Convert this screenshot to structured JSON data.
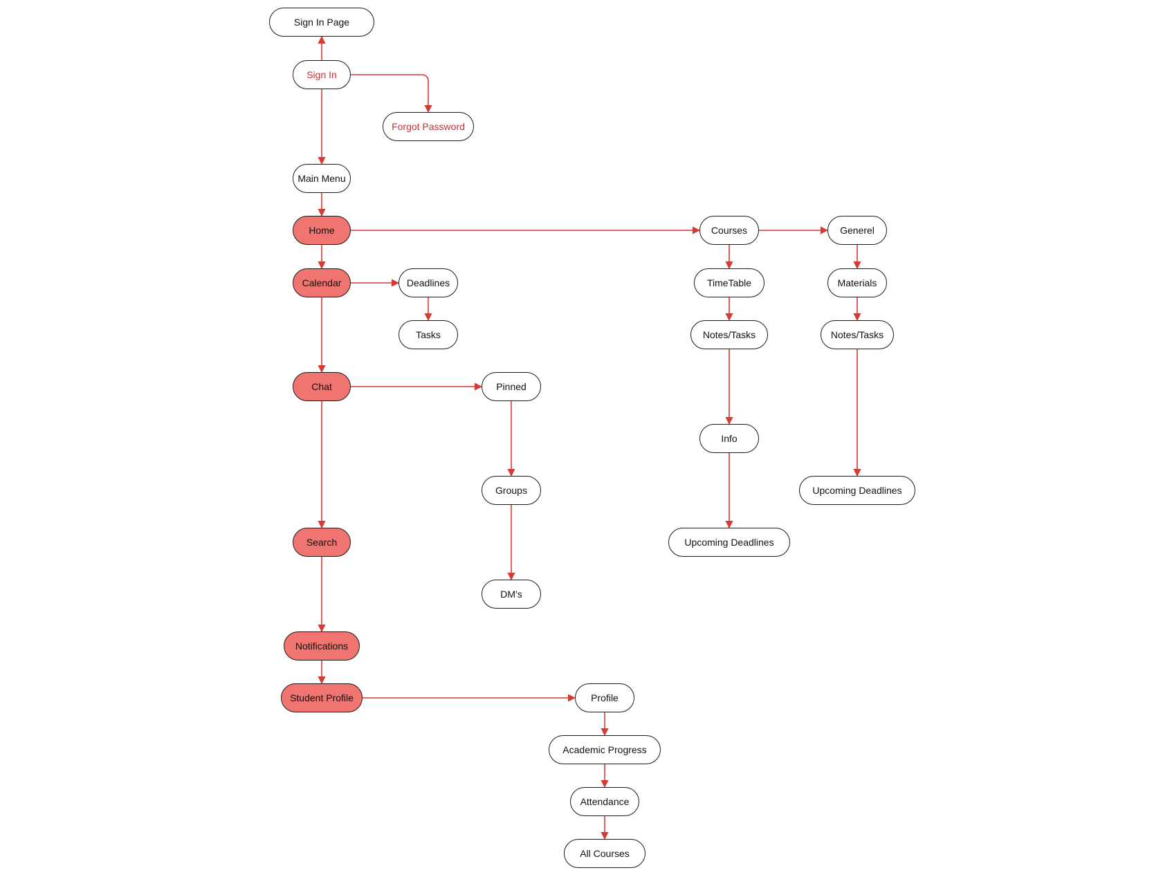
{
  "colors": {
    "edge": "#d63a34",
    "primary_fill": "#f07470",
    "node_border": "#1a1a1a",
    "red_text": "#d12f2f"
  },
  "nodes": {
    "sign_in_page": "Sign In Page",
    "sign_in": "Sign In",
    "forgot_password": "Forgot Password",
    "main_menu": "Main Menu",
    "home": "Home",
    "calendar": "Calendar",
    "deadlines": "Deadlines",
    "tasks": "Tasks",
    "chat": "Chat",
    "pinned": "Pinned",
    "groups": "Groups",
    "dms": "DM's",
    "search": "Search",
    "notifications": "Notifications",
    "student_profile": "Student Profile",
    "profile": "Profile",
    "academic_progress": "Academic Progress",
    "attendance": "Attendance",
    "all_courses": "All Courses",
    "courses": "Courses",
    "timetable": "TimeTable",
    "course_notes_tasks": "Notes/Tasks",
    "info": "Info",
    "course_upcoming_deadlines": "Upcoming Deadlines",
    "generel": "Generel",
    "materials": "Materials",
    "generel_notes_tasks": "Notes/Tasks",
    "generel_upcoming_deadlines": "Upcoming Deadlines"
  },
  "edges": [
    [
      "sign_in",
      "sign_in_page"
    ],
    [
      "sign_in",
      "forgot_password"
    ],
    [
      "sign_in",
      "main_menu"
    ],
    [
      "main_menu",
      "home"
    ],
    [
      "home",
      "calendar"
    ],
    [
      "home",
      "courses"
    ],
    [
      "calendar",
      "deadlines"
    ],
    [
      "deadlines",
      "tasks"
    ],
    [
      "calendar",
      "chat"
    ],
    [
      "chat",
      "pinned"
    ],
    [
      "pinned",
      "groups"
    ],
    [
      "groups",
      "dms"
    ],
    [
      "chat",
      "search"
    ],
    [
      "search",
      "notifications"
    ],
    [
      "notifications",
      "student_profile"
    ],
    [
      "student_profile",
      "profile"
    ],
    [
      "profile",
      "academic_progress"
    ],
    [
      "academic_progress",
      "attendance"
    ],
    [
      "attendance",
      "all_courses"
    ],
    [
      "courses",
      "generel"
    ],
    [
      "courses",
      "timetable"
    ],
    [
      "timetable",
      "course_notes_tasks"
    ],
    [
      "course_notes_tasks",
      "info"
    ],
    [
      "info",
      "course_upcoming_deadlines"
    ],
    [
      "generel",
      "materials"
    ],
    [
      "materials",
      "generel_notes_tasks"
    ],
    [
      "generel_notes_tasks",
      "generel_upcoming_deadlines"
    ]
  ]
}
